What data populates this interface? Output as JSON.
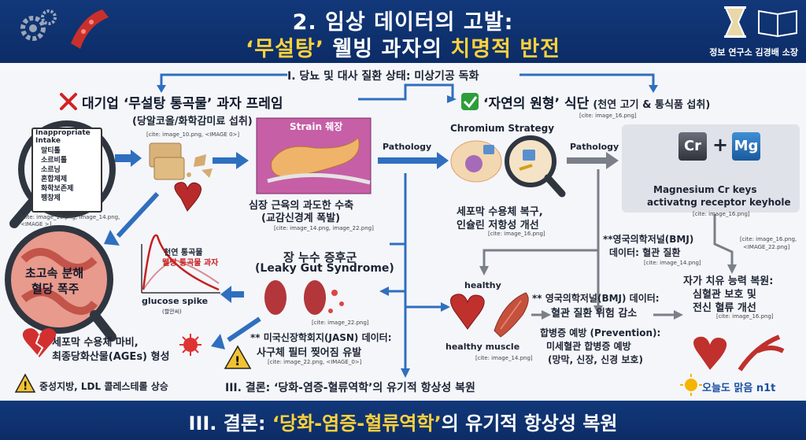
{
  "header": {
    "title_line1": "2. 임상 데이터의 고발:",
    "title_line2_a": "‘무설탕’",
    "title_line2_b": " 웰빙 과자의 ",
    "title_line2_c": "치명적 반전",
    "author": "정보 연구소 김경배 소장",
    "icons": [
      "gear-icon",
      "blood-vessel-icon",
      "hourglass-icon",
      "book-icon"
    ]
  },
  "section1": {
    "label": "I. 당뇨 및 대사 질환 상태: 미상기공 독화"
  },
  "left_panel": {
    "title": "대기업 ‘무설탕 통곡물’ 과자 프레임",
    "subtitle": "(당알코올/화학감미료 섭취)",
    "cite1": "[cite: image_10.png, <IMAGE 0>]",
    "intake_title": "Inappropriate Intake",
    "intake_items": [
      "말티톨",
      "소르비톨",
      "소르닝",
      "혼합제제",
      "화학보존제",
      "팽창제"
    ],
    "cite2": "[cite: image_10.png, image_14.png, <IMAGE >]",
    "strain_label": "Strain 췌장",
    "pathology_label": "Pathology",
    "heart_text_1": "심장 근육의 과도한 수축",
    "heart_text_2": "(교감신경계 폭발)",
    "cite3": "[cite: image_14.png, image_22.png]",
    "spike_text_1": "초고속 분해",
    "spike_text_2": "혈당 폭주",
    "chart_legend_1": "천연 통곡물",
    "chart_legend_2": "웰빙 통곡물 과자",
    "chart_xlabel": "glucose spike",
    "chart_xunit": "(할안씨)",
    "leaky_1": "장 누수 증후군",
    "leaky_2": "(Leaky Gut Syndrome)",
    "cite4": "[cite: image_22.png]",
    "receptor_1": "세포막 수용체 마비,",
    "receptor_2": "최종당화산물(AGEs) 형성",
    "warning_text": "중성지방, LDL 콜레스테롤 상승",
    "jasn_1": "** 미국신장학회지(JASN) 데이터:",
    "jasn_2": "사구체 필터 찢어짐 유발",
    "cite5": "[cite: image_22.png, <IMAGE_0>]"
  },
  "right_panel": {
    "title": "‘자연의 원형’ 식단",
    "title_sub": "(천연 고기 & 통식품 섭취)",
    "cite1": "[cite: image_16.png]",
    "chromium_title": "Chromium Strategy",
    "pathology_label": "Pathology",
    "cr_label": "Cr",
    "mg_label": "Mg",
    "plus": "+",
    "keys_text_1": "Magnesium Cr keys",
    "keys_text_2": "activatng receptor keyhole",
    "cite2": "[cite: image_16.png]",
    "recover_1": "세포막 수용체 복구,",
    "recover_2": "인슐린 저항성 개선",
    "cite3": "[cite: image_16.png]",
    "bmj1_1": "**영국의학저널(BMJ)",
    "bmj1_2": "데이터: 혈관 질환",
    "cite4": "[cite: image_14.png]",
    "cite5_1": "[cite: image_16.png,",
    "cite5_2": "<IMAGE_22.png]",
    "healthy": "healthy",
    "healthy_muscle": "healthy muscle",
    "cite6": "[cite: image_14.png]",
    "bmj2_1": "** 영국의학저널(BMJ) 데이터:",
    "bmj2_2": "혈관 질환 위험 감소",
    "prev_1": "합병증 예방 (Prevention):",
    "prev_2": "미세혈관 합병증 예방",
    "prev_3": "(망막, 신장, 신경 보호)",
    "self_1": "자가 치유 능력 복원:",
    "self_2": "심혈관 보호 및",
    "self_3": "전신 혈류 개선",
    "cite7": "[cite: image_16.png]",
    "brand": "오늘도 맑음 n1t"
  },
  "conclusion_inline": "III. 결론: ‘당화-염증-혈류역학’의 유기적 항상성 복원",
  "footer": {
    "text_a": "III. 결론: ",
    "text_b": "‘당화-염증-혈류역학’",
    "text_c": "의 유기적 항상성 복원"
  },
  "colors": {
    "header_bg": "#12387a",
    "highlight": "#ffd23c",
    "arrow_blue": "#2f6fbf",
    "arrow_gray": "#7a7f88",
    "bad_red": "#d32222",
    "good_green": "#2e9e3a"
  }
}
